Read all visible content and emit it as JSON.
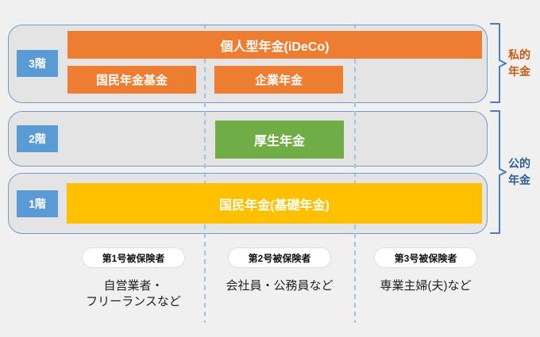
{
  "floors": [
    {
      "label": "3階"
    },
    {
      "label": "2階"
    },
    {
      "label": "1階"
    }
  ],
  "pensions": {
    "ideco": "個人型年金(iDeCo)",
    "kokumin_nenkin_kikin": "国民年金基金",
    "kigyou_nenkin": "企業年金",
    "kousei_nenkin": "厚生年金",
    "kokumin_nenkin_kiso": "国民年金(基礎年金)"
  },
  "brackets": [
    {
      "name": "private-pension",
      "lines": [
        "私的",
        "年金"
      ],
      "color": "#c55a11"
    },
    {
      "name": "public-pension",
      "lines": [
        "公的",
        "年金"
      ],
      "color": "#2e5f94"
    }
  ],
  "insured_categories": [
    {
      "badge": "第1号被保険者",
      "description_lines": [
        "自営業者・",
        "フリーランスなど"
      ]
    },
    {
      "badge": "第2号被保険者",
      "description_lines": [
        "会社員・公務員など",
        ""
      ]
    },
    {
      "badge": "第3号被保険者",
      "description_lines": [
        "専業主婦(夫)など",
        ""
      ]
    }
  ],
  "colors": {
    "private_pension_bar": "#ed7d31",
    "employee_pension_bar": "#70ad47",
    "basic_pension_bar": "#ffc000",
    "floor_chip": "#5b9bd5",
    "section_fill": "#e4e4e4",
    "section_border": "#6e9dc9",
    "divider_dashed": "#9dc3e6",
    "bracket": "#4a7ebb"
  }
}
